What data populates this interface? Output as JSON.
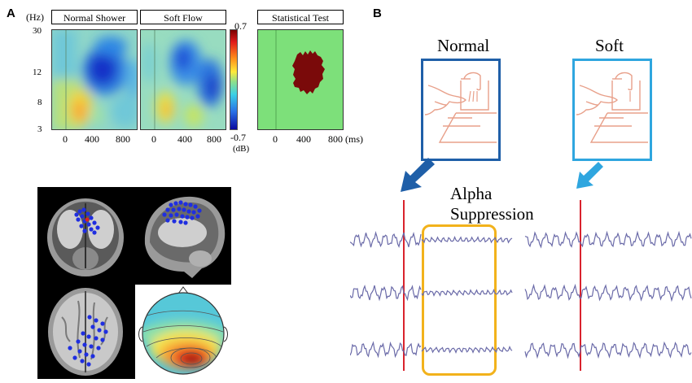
{
  "panel_a": {
    "letter": "A",
    "hz_unit": "(Hz)",
    "y_ticks": [
      "30",
      "12",
      "8",
      "3"
    ],
    "map_titles": [
      "Normal Shower",
      "Soft Flow",
      "Statistical Test"
    ],
    "x_ticks": [
      "0",
      "400",
      "800"
    ],
    "ms_unit": "(ms)",
    "colorbar": {
      "max": "0.7",
      "min": "-0.7",
      "unit": "(dB)"
    }
  },
  "panel_b": {
    "letter": "B",
    "normal_label": "Normal",
    "soft_label": "Soft",
    "alpha_label": "Alpha",
    "suppression_label": "Suppression"
  },
  "colors": {
    "normal_frame": "#1f5fa8",
    "soft_frame": "#2fa6df",
    "highlight": "#f2b21b",
    "stimulus_line": "#d9232d",
    "eeg_trace": "#6a6aa8",
    "significant": "#7a0a0a",
    "nonsignificant": "#7de07a"
  }
}
